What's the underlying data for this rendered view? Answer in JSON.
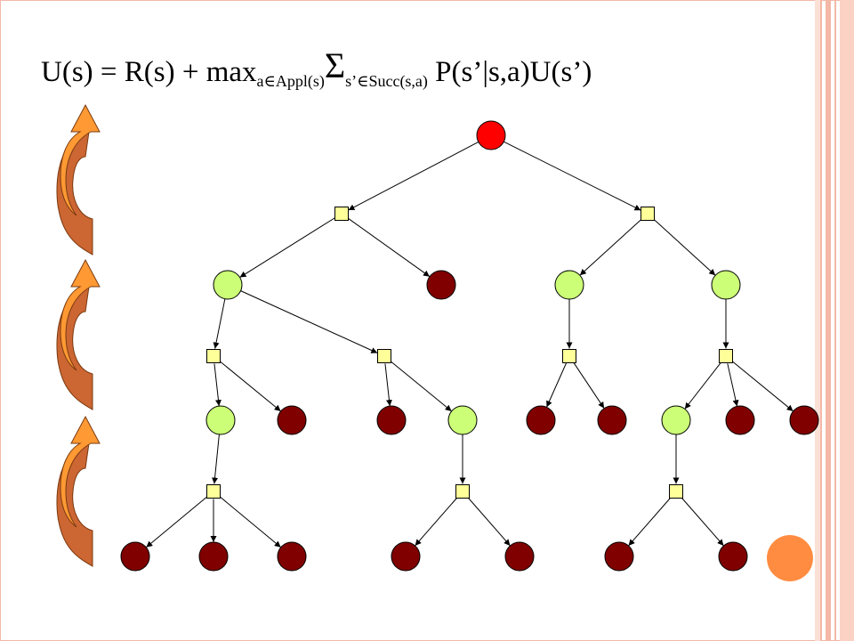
{
  "formula": {
    "lhs": "U(s) = R(s) + max",
    "max_sub": "a∈Appl(s)",
    "sigma": "Σ",
    "sum_sub": "s’∈Succ(s,a)",
    "rhs": " P(s’|s,a)U(s’)"
  },
  "colors": {
    "root": "#ff0000",
    "state": "#ccff77",
    "terminal": "#800000",
    "action": "#ffff99",
    "arrow": "#ff9933",
    "arrow_dark": "#cc6633",
    "dot": "#ff8c40",
    "frame": "#f4b8a8"
  },
  "tree": {
    "root": {
      "kind": "root",
      "children": [
        "a1",
        "a2"
      ]
    },
    "a1": {
      "kind": "action",
      "children": [
        "s1",
        "t1"
      ]
    },
    "a2": {
      "kind": "action",
      "children": [
        "s2",
        "s3"
      ]
    },
    "s1": {
      "kind": "state",
      "children": [
        "a3",
        "a4"
      ]
    },
    "t1": {
      "kind": "terminal",
      "children": []
    },
    "s2": {
      "kind": "state",
      "children": [
        "a5"
      ]
    },
    "s3": {
      "kind": "state",
      "children": [
        "a6"
      ]
    },
    "a3": {
      "kind": "action",
      "children": [
        "s4",
        "t2"
      ]
    },
    "a4": {
      "kind": "action",
      "children": [
        "t3",
        "s5"
      ]
    },
    "a5": {
      "kind": "action",
      "children": [
        "t4",
        "t5"
      ]
    },
    "a6": {
      "kind": "action",
      "children": [
        "s6",
        "t6",
        "t7"
      ]
    },
    "s4": {
      "kind": "state",
      "children": [
        "a7"
      ]
    },
    "t2": {
      "kind": "terminal",
      "children": []
    },
    "t3": {
      "kind": "terminal",
      "children": []
    },
    "s5": {
      "kind": "state",
      "children": [
        "a8"
      ]
    },
    "t4": {
      "kind": "terminal",
      "children": []
    },
    "t5": {
      "kind": "terminal",
      "children": []
    },
    "s6": {
      "kind": "state",
      "children": [
        "a9"
      ]
    },
    "t6": {
      "kind": "terminal",
      "children": []
    },
    "t7": {
      "kind": "terminal",
      "children": []
    },
    "a7": {
      "kind": "action",
      "children": [
        "l1",
        "l2",
        "l3"
      ]
    },
    "a8": {
      "kind": "action",
      "children": [
        "l4",
        "l5"
      ]
    },
    "a9": {
      "kind": "action",
      "children": [
        "l6",
        "l7"
      ]
    },
    "l1": {
      "kind": "terminal",
      "children": []
    },
    "l2": {
      "kind": "terminal",
      "children": []
    },
    "l3": {
      "kind": "terminal",
      "children": []
    },
    "l4": {
      "kind": "terminal",
      "children": []
    },
    "l5": {
      "kind": "terminal",
      "children": []
    },
    "l6": {
      "kind": "terminal",
      "children": []
    },
    "l7": {
      "kind": "terminal",
      "children": []
    }
  },
  "backup_arrows": 3
}
